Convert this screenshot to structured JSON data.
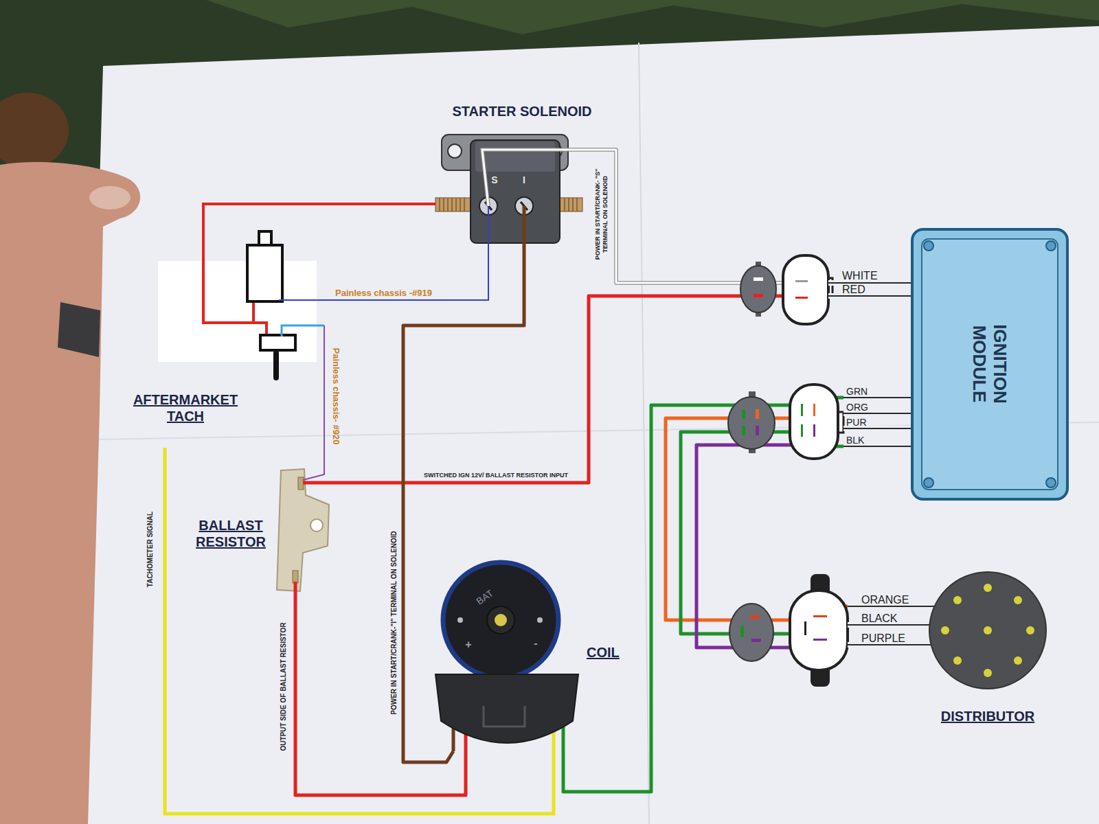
{
  "diagram": {
    "nodes": [
      {
        "text": [
          "STARTER SOLENOID",
          "S",
          "I"
        ]
      },
      {
        "text": [
          "IGNITION MODULE"
        ]
      },
      {
        "text": [
          "BALLAST RESISTOR"
        ]
      },
      {
        "text": [
          "BAT",
          "+",
          "-",
          "COIL"
        ]
      },
      {
        "text": [
          "DISTRIBUTOR"
        ]
      }
    ],
    "edges": [
      {
        "from": 0,
        "to": 1,
        "arrow": "none",
        "label": "POWER IN START/CRANK- \"S\" TERMINAL ON SOLENOID"
      },
      {
        "from": 1,
        "to": 2,
        "arrow": "none",
        "label": "SWITCHED IGN 12V/ BALLAST RESISTOR INPUT"
      },
      {
        "from": 0,
        "to": 3,
        "arrow": "none",
        "label": "POWER IN START/CRANK-\"I\" TERMINAL ON SOLENOID"
      },
      {
        "from": 2,
        "to": 3,
        "arrow": "none",
        "label": "OUTPUT SIDE OF BALLAST RESISTOR"
      },
      {
        "from": 3,
        "to": 1,
        "arrow": "none"
      },
      {
        "from": 1,
        "to": 4,
        "arrow": "none"
      },
      {
        "from": 1,
        "to": 4,
        "arrow": "none"
      },
      {
        "from": 1,
        "to": 4,
        "arrow": "none"
      }
    ],
    "labels": [
      "Painless chassis -#919",
      "Painless chassis- #920",
      "AFTERMARKET TACH",
      "TACHOMETER SIGNAL",
      "WHITE",
      "RED",
      "GRN",
      "ORG",
      "PUR",
      "BLK",
      "ORANGE",
      "BLACK",
      "PURPLE"
    ]
  }
}
